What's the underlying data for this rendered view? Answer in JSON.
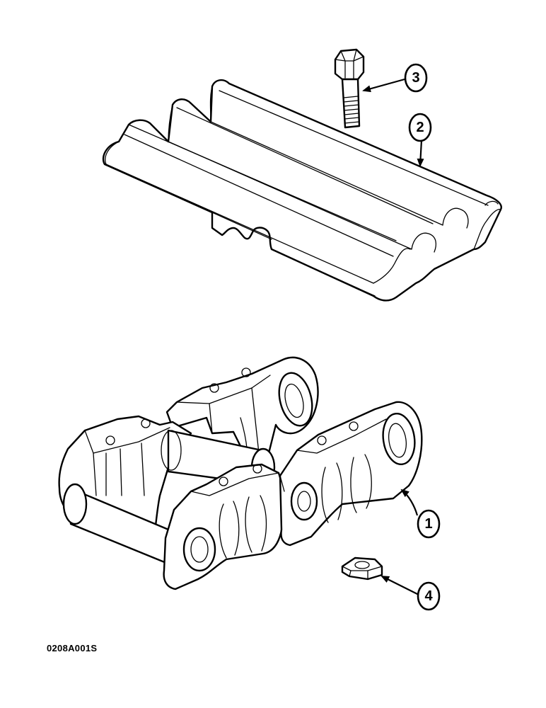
{
  "figure": {
    "code": "0208A001S"
  },
  "callouts": [
    {
      "id": "1",
      "label": "1",
      "part": "track-chain-link"
    },
    {
      "id": "2",
      "label": "2",
      "part": "track-shoe"
    },
    {
      "id": "3",
      "label": "3",
      "part": "shoe-bolt"
    },
    {
      "id": "4",
      "label": "4",
      "part": "shoe-nut"
    }
  ],
  "colors": {
    "ink": "#000000",
    "paper": "#ffffff"
  }
}
